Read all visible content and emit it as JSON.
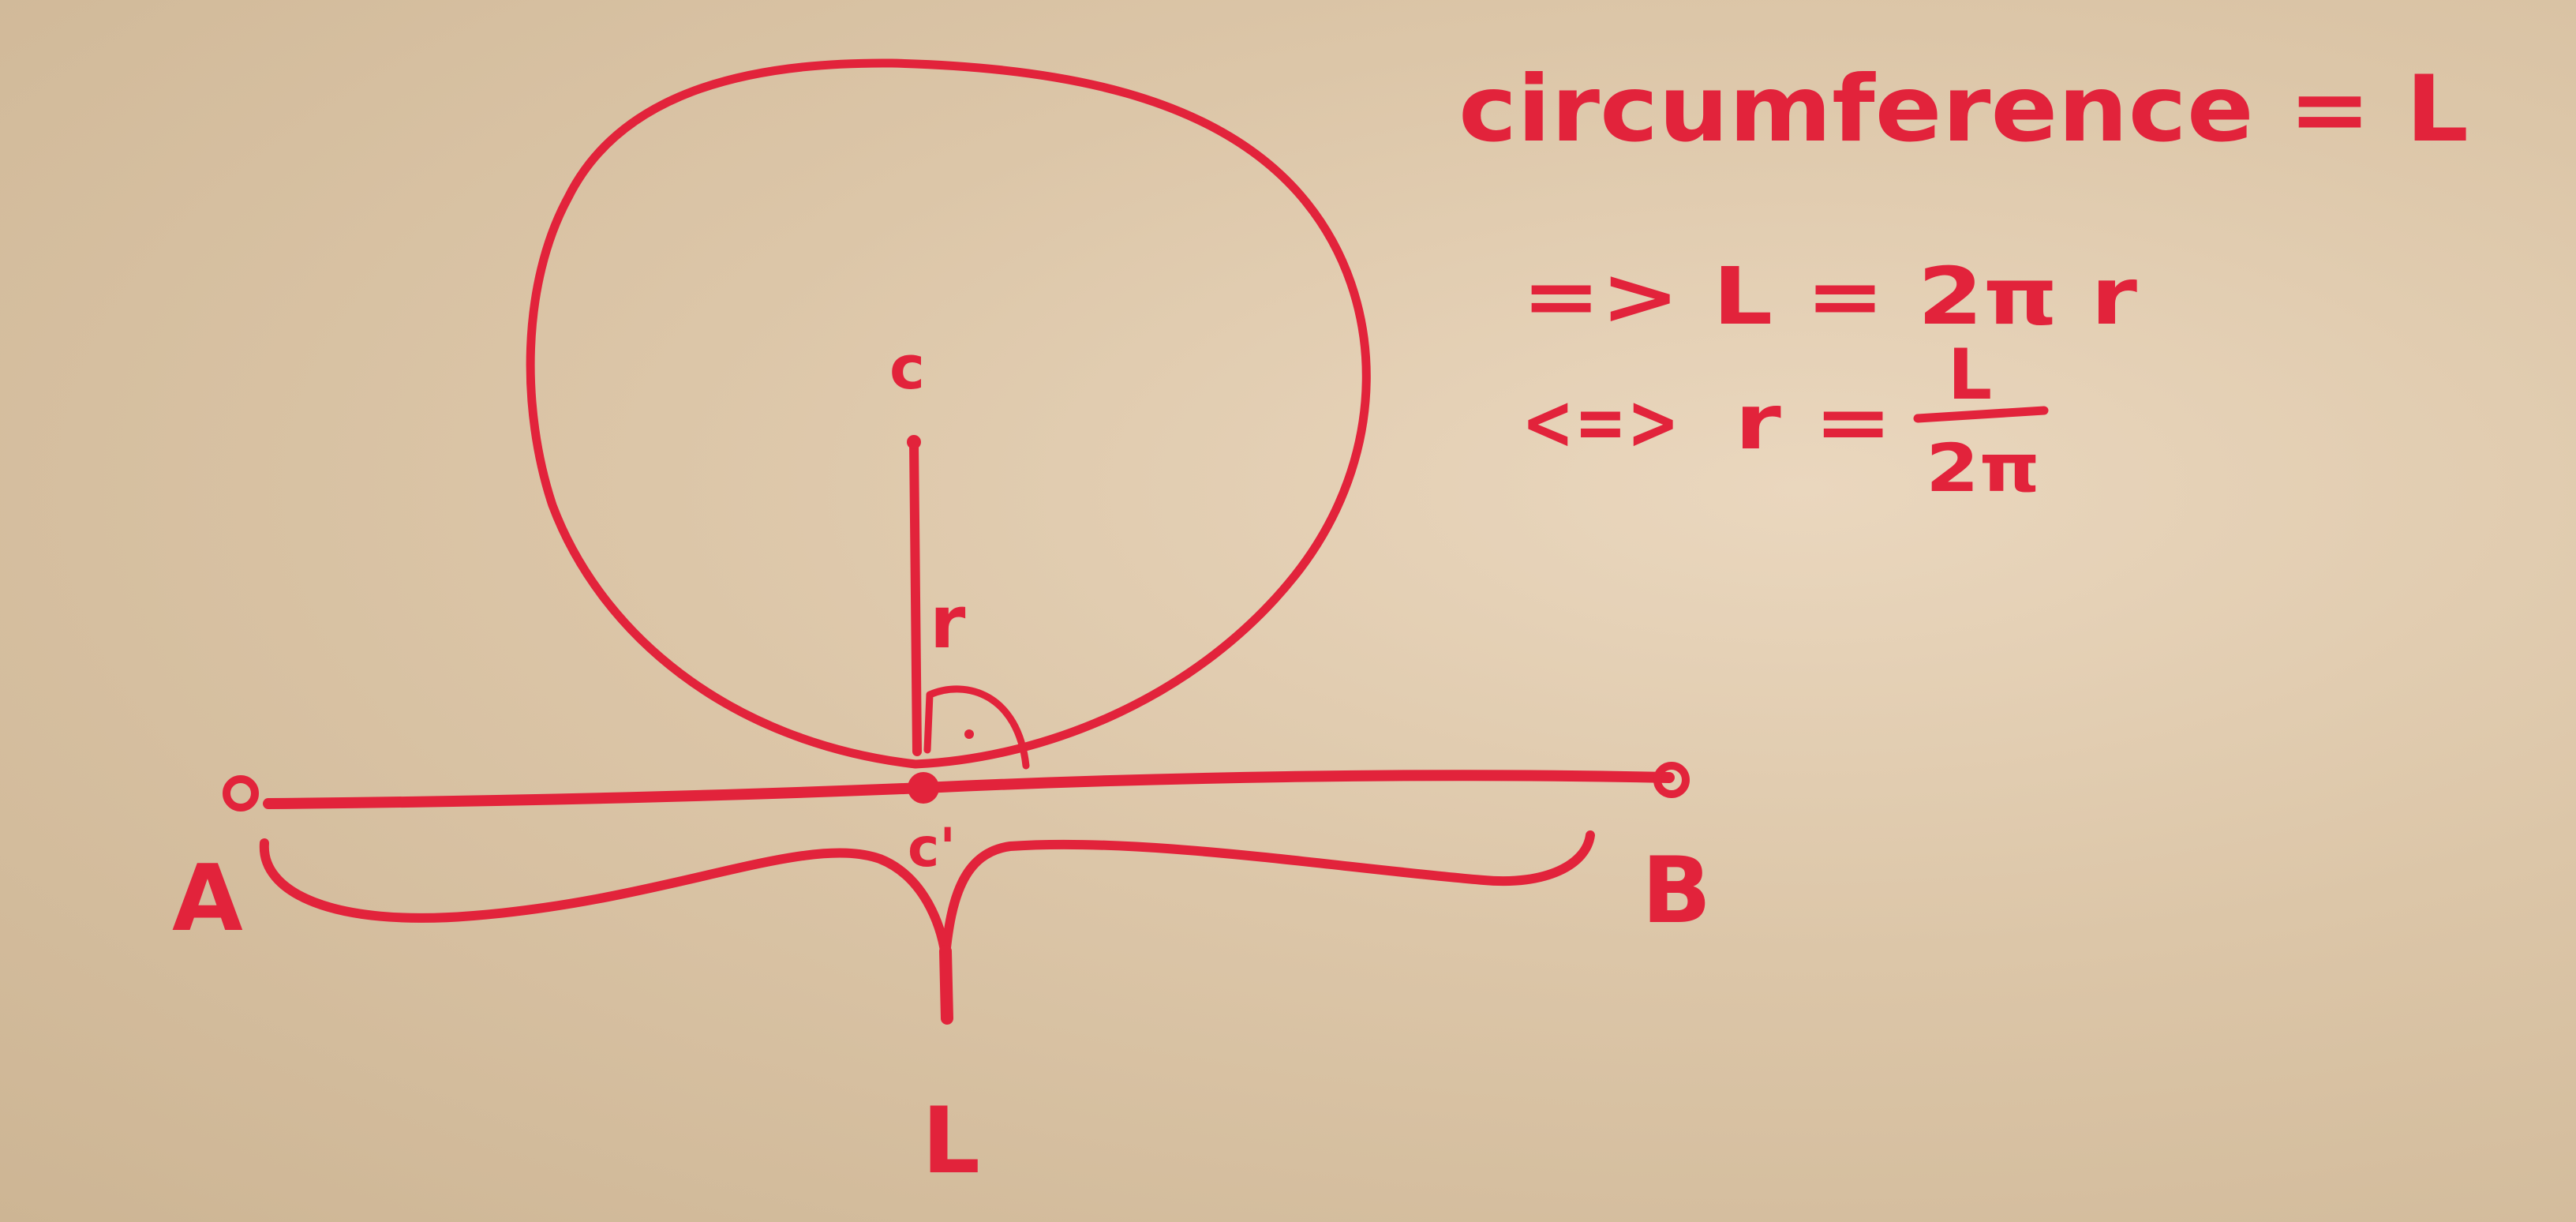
{
  "diagram": {
    "center_label": "c",
    "radius_label": "r",
    "tangent_point_label": "c'",
    "point_a_label": "A",
    "point_b_label": "B",
    "length_label": "L"
  },
  "equations": {
    "line1": "circumference = L",
    "line2": "=> L = 2π r",
    "line3_prefix": "<=>",
    "line3_lhs": "r =",
    "line3_numerator": "L",
    "line3_denominator": "2π"
  },
  "colors": {
    "marker": "#e2233b",
    "board": "#dcc6a8"
  }
}
